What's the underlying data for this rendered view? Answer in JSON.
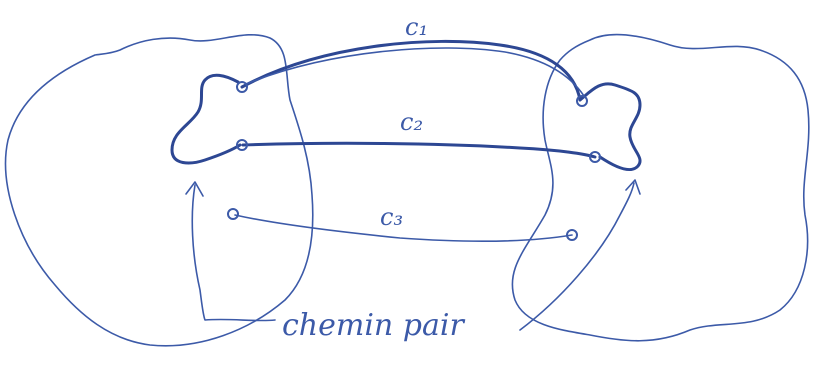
{
  "diagram": {
    "labels": {
      "c1": "c₁",
      "c2": "c₂",
      "c3": "c₃",
      "annotation": "chemin pair"
    },
    "colors": {
      "ink": "#3c5aa8",
      "ink_dark": "#2d4793",
      "background": "#ffffff"
    }
  }
}
